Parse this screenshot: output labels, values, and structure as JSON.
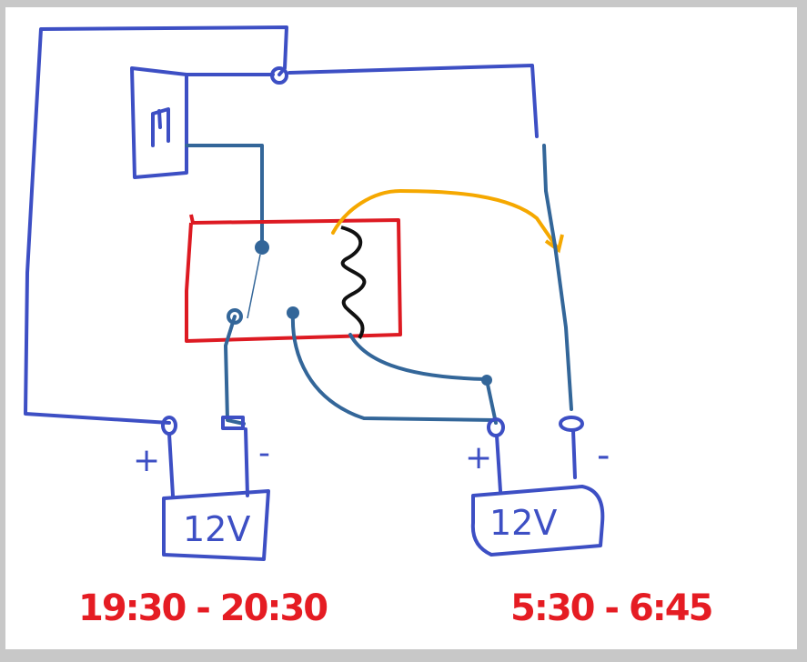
{
  "motor_label": "M",
  "batteries": [
    {
      "label": "12V",
      "plus": "+",
      "minus": "-",
      "schedule": "19:30 - 20:30"
    },
    {
      "label": "12V",
      "plus": "+",
      "minus": "-",
      "schedule": "5:30 - 6:45"
    }
  ],
  "colors": {
    "wire": "#3d4fc4",
    "relay": "#dd1a22",
    "control": "#336699",
    "orange": "#f5a800",
    "coil": "#111111"
  }
}
